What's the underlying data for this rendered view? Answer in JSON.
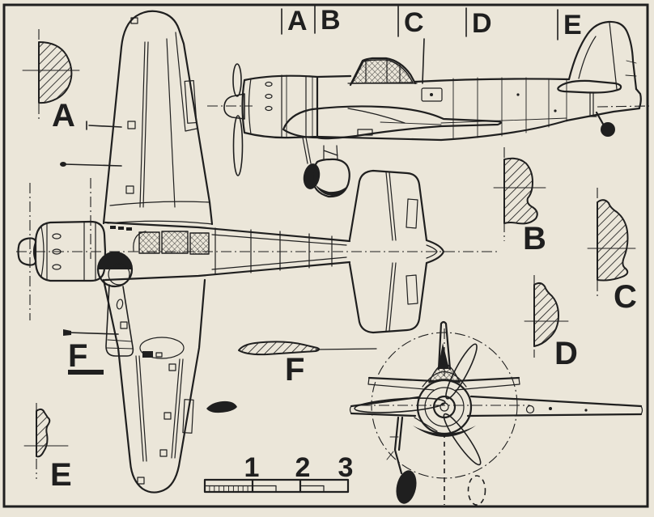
{
  "colors": {
    "paper": "#ebe6d9",
    "ink": "#1f1f1f"
  },
  "sections": {
    "a": "A",
    "b": "B",
    "c": "C",
    "d": "D",
    "e": "E",
    "f": "F",
    "f_wing_station": "F"
  },
  "side_view_stations": {
    "a": "A",
    "b": "B",
    "c": "C",
    "d": "D",
    "e": "E"
  },
  "scale_bar": {
    "labels": [
      "1",
      "2",
      "3"
    ]
  }
}
